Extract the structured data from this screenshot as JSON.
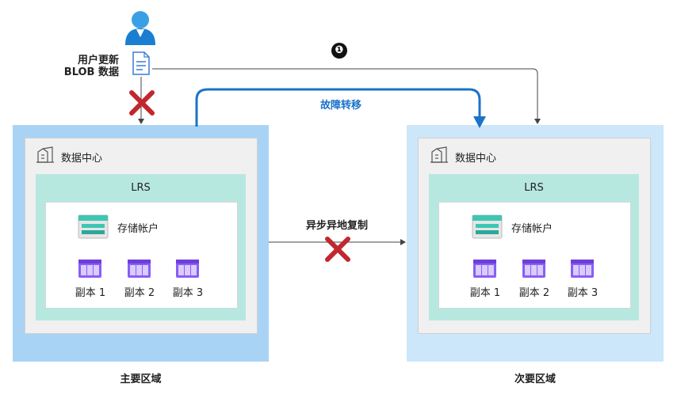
{
  "user": {
    "label_line1": "用户更新",
    "label_line2": "BLOB 数据",
    "icon": "user-icon",
    "doc_icon": "document-icon"
  },
  "step_marker": "❶",
  "failover_label": "故障转移",
  "replication_label": "异步异地复制",
  "primary": {
    "region_label": "主要区域",
    "datacenter_label": "数据中心",
    "lrs_label": "LRS",
    "storage_account_label": "存储帐户",
    "replicas": [
      "副本 1",
      "副本 2",
      "副本 3"
    ]
  },
  "secondary": {
    "region_label": "次要区域",
    "datacenter_label": "数据中心",
    "lrs_label": "LRS",
    "storage_account_label": "存储帐户",
    "replicas": [
      "副本 1",
      "副本 2",
      "副本 3"
    ]
  },
  "colors": {
    "primary_region": "#a9d3f5",
    "secondary_region": "#cce6fa",
    "lrs": "#b7e8e0",
    "failover_arrow": "#1a73c8",
    "x_mark": "#c1272d",
    "replica": "#8b5cf6"
  }
}
